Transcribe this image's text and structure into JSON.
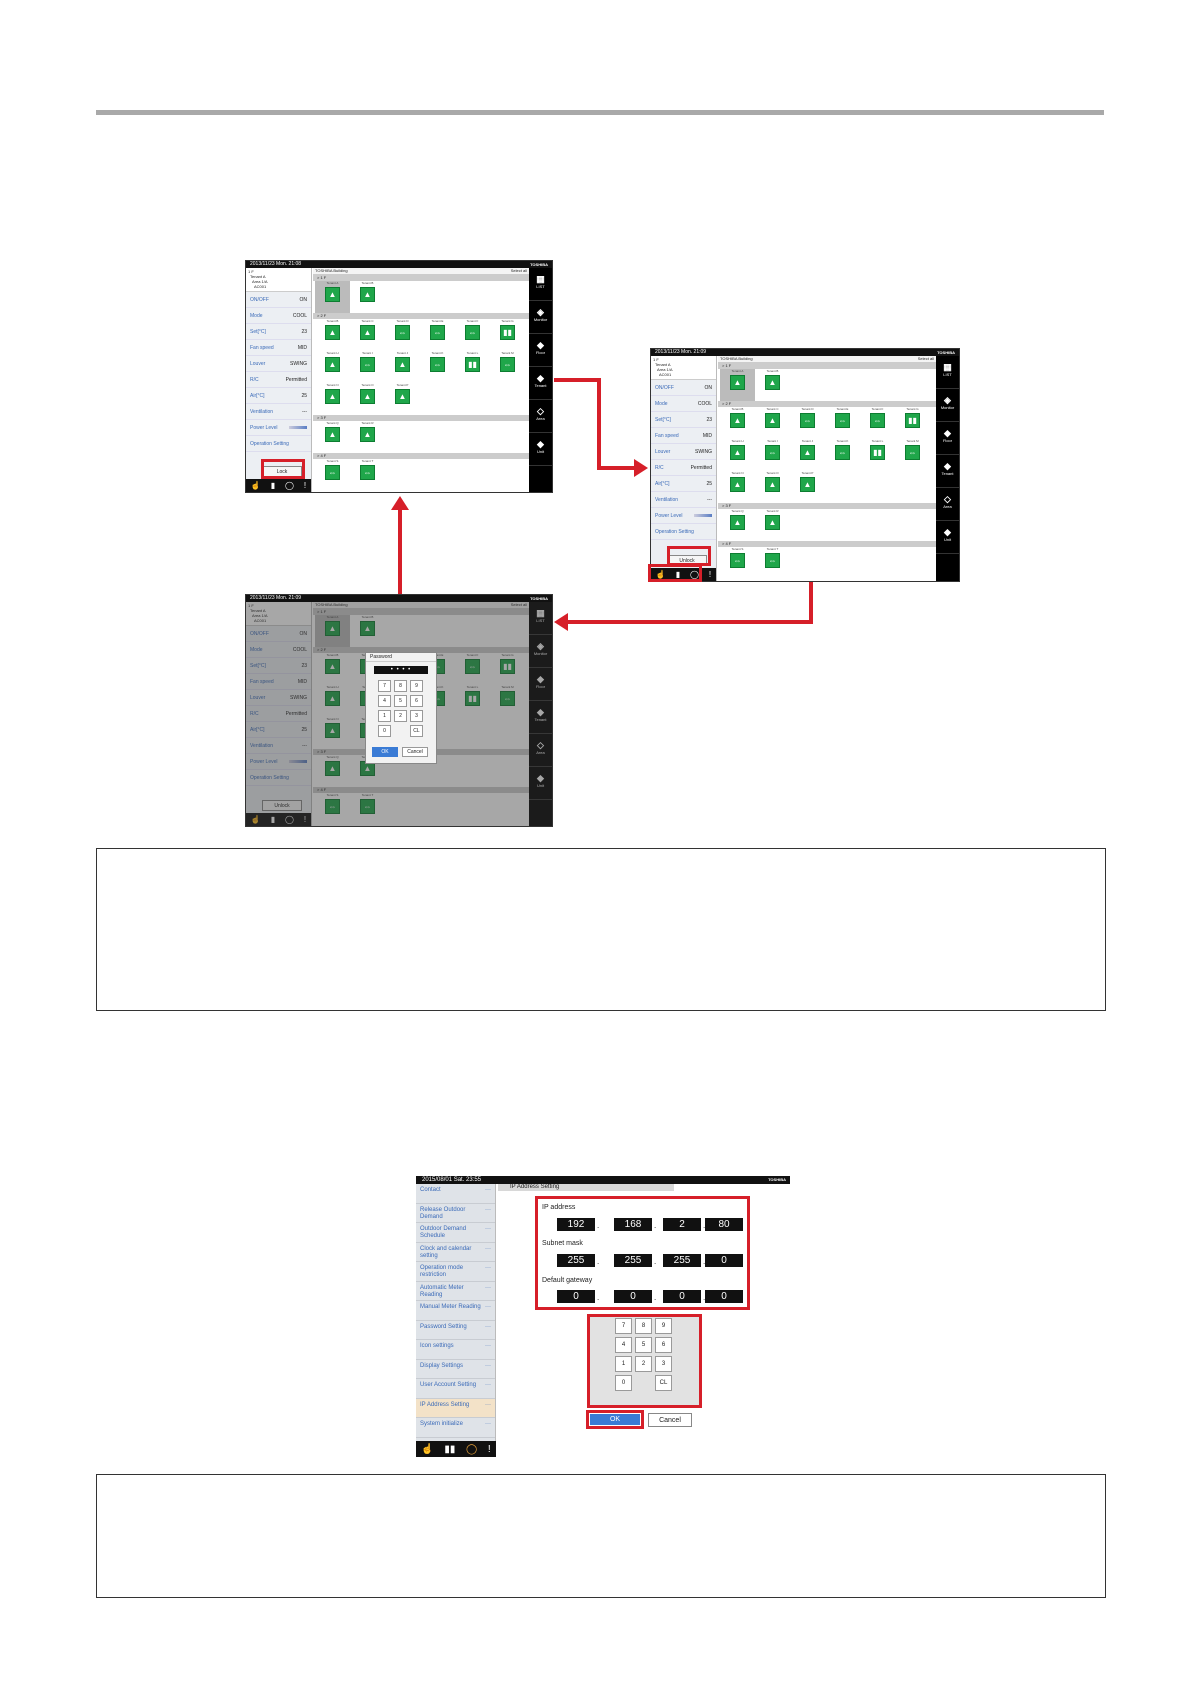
{
  "screen1": {
    "datetime": "2013/11/23  Mon. 21:08",
    "building": "TOSHIBA Building",
    "brand": "TOSHIBA",
    "select_all": "Select all",
    "tree": [
      "1 F",
      "Tenant A",
      "Area 1/A",
      "AC001"
    ],
    "rows": [
      {
        "k": "ON/OFF",
        "v": "ON"
      },
      {
        "k": "Mode",
        "v": "COOL"
      },
      {
        "k": "Set[°C]",
        "v": "23"
      },
      {
        "k": "Fan speed",
        "v": "MID"
      },
      {
        "k": "Louver",
        "v": "SWING"
      },
      {
        "k": "R/C",
        "v": "Permitted"
      },
      {
        "k": "Air[°C]",
        "v": "25"
      },
      {
        "k": "Ventilation",
        "v": "---"
      },
      {
        "k": "Power Level",
        "v": ""
      },
      {
        "k": "Operation Setting",
        "v": ""
      }
    ],
    "lock_label": "Lock",
    "nav": [
      "LIST",
      "Monitor",
      "Floor",
      "Tenant",
      "Area",
      "Unit"
    ],
    "floors": [
      {
        "label": "> 1 F",
        "tiles": [
          [
            "Tenant A",
            "Tenant B"
          ]
        ]
      },
      {
        "label": "> 2 F",
        "tiles": [
          [
            "Tenant B",
            "Tenant C",
            "Tenant D",
            "Tenant E",
            "Tenant F",
            "Tenant G"
          ],
          [
            "Tenant H",
            "Tenant I",
            "Tenant J",
            "Tenant K",
            "Tenant L",
            "Tenant M"
          ],
          [
            "Tenant N",
            "Tenant O",
            "Tenant P"
          ]
        ]
      },
      {
        "label": "> 3 F",
        "tiles": [
          [
            "Tenant Q",
            "Tenant R"
          ]
        ]
      },
      {
        "label": "> 4 F",
        "tiles": [
          [
            "Tenant S",
            "Tenant T"
          ]
        ]
      }
    ]
  },
  "screen2": {
    "datetime": "2013/11/23  Mon. 21:09",
    "unlock_label": "Unlock"
  },
  "screen3": {
    "datetime": "2013/11/23  Mon. 21:09",
    "password_title": "Password",
    "password_value": "• • • •",
    "keys": [
      "7",
      "8",
      "9",
      "4",
      "5",
      "6",
      "1",
      "2",
      "3",
      "0",
      "",
      "CL"
    ],
    "ok": "OK",
    "cancel": "Cancel",
    "unlock_label": "Unlock"
  },
  "ip_screen": {
    "datetime": "2015/08/01  Sat. 23:55",
    "brand": "TOSHIBA",
    "title": "IP Address Setting",
    "menu": [
      "Contact",
      "Release Outdoor Demand",
      "Outdoor Demand Schedule",
      "Clock and calendar setting",
      "Operation mode restriction",
      "Automatic Meter Reading",
      "Manual Meter Reading",
      "Password Setting",
      "Icon settings",
      "Display Settings",
      "User Account Setting",
      "IP Address Setting",
      "System initialize"
    ],
    "ip_label": "IP address",
    "ip": [
      "192",
      "168",
      "2",
      "80"
    ],
    "mask_label": "Subnet mask",
    "mask": [
      "255",
      "255",
      "255",
      "0"
    ],
    "gw_label": "Default gateway",
    "gw": [
      "0",
      "0",
      "0",
      "0"
    ],
    "keys": [
      "7",
      "8",
      "9",
      "4",
      "5",
      "6",
      "1",
      "2",
      "3",
      "0",
      "",
      "CL"
    ],
    "ok": "OK",
    "cancel": "Cancel"
  },
  "colors": {
    "accent_red": "#d61f29",
    "tile_green": "#1fa64a",
    "ok_blue": "#3a7bd5"
  }
}
